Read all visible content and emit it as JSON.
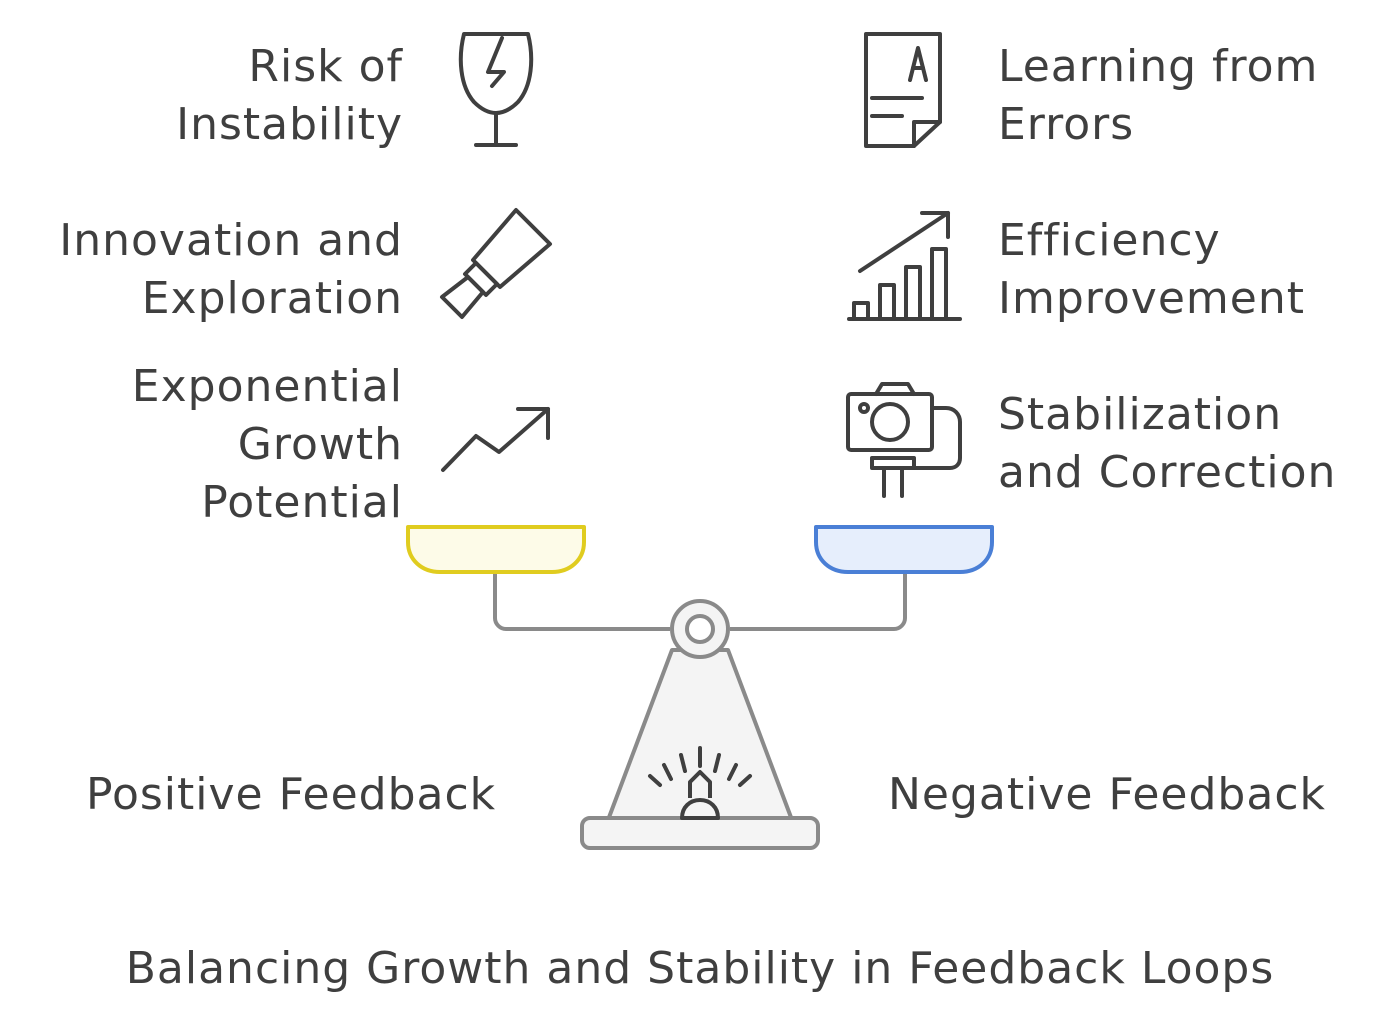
{
  "left_side": {
    "items": [
      {
        "line1": "Risk of",
        "line2": "Instability",
        "icon": "broken-glass-icon"
      },
      {
        "line1": "Innovation and",
        "line2": "Exploration",
        "icon": "telescope-icon"
      },
      {
        "line1": "Exponential",
        "line2": "Growth",
        "line3": "Potential",
        "icon": "trend-up-icon"
      }
    ],
    "feedback_label": "Positive Feedback",
    "pan_color": "#fdfbe8",
    "pan_border": "#e0cc1f"
  },
  "right_side": {
    "items": [
      {
        "line1": "Learning from",
        "line2": "Errors",
        "icon": "graded-paper-icon"
      },
      {
        "line1": "Efficiency",
        "line2": "Improvement",
        "icon": "bar-growth-icon"
      },
      {
        "line1": "Stabilization",
        "line2": "and Correction",
        "icon": "camera-gimbal-icon"
      }
    ],
    "feedback_label": "Negative Feedback",
    "pan_color": "#e6eefc",
    "pan_border": "#4a7fd6"
  },
  "title": "Balancing Growth and Stability in Feedback Loops"
}
